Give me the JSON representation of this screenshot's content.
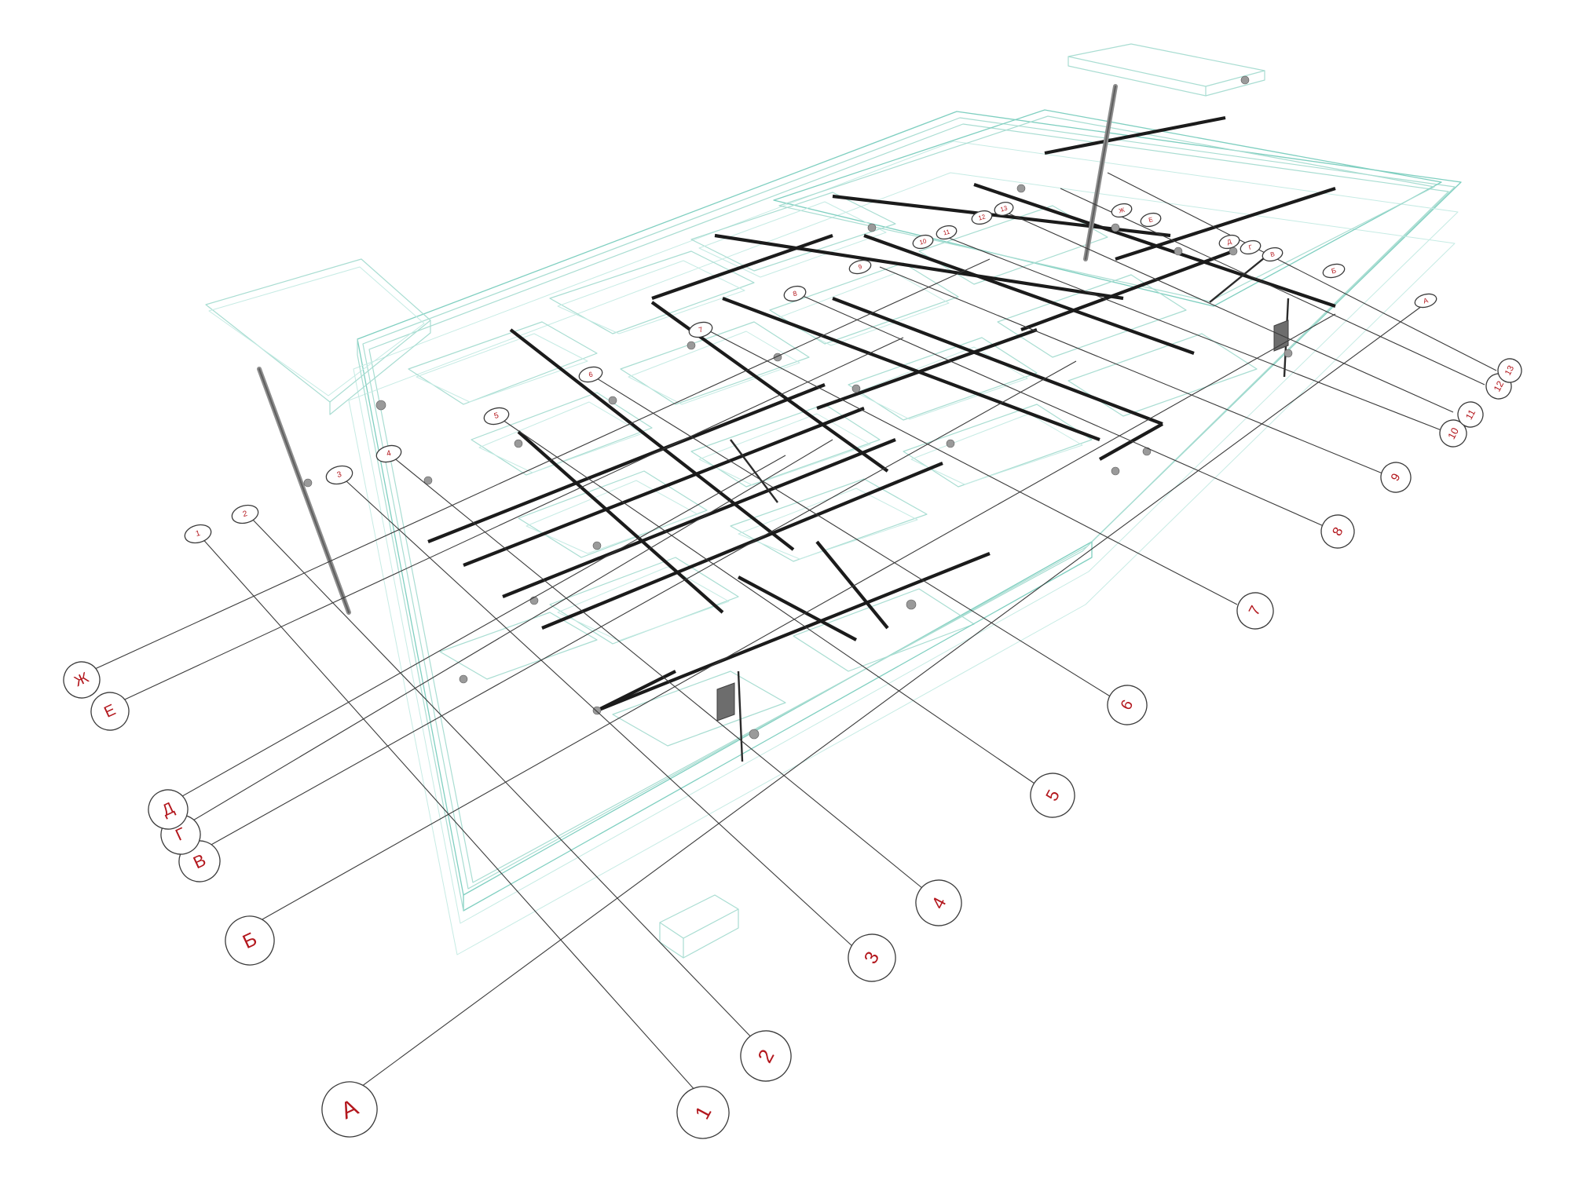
{
  "diagram": {
    "colors": {
      "wireframe": "#a9ddd2",
      "wireframe_strong": "#7fcfc0",
      "beams": "#1b1b1b",
      "leaders": "#3a3a3a",
      "labels": "#b3171d"
    },
    "main_axis_labels": {
      "numbers": [
        "1",
        "2",
        "3",
        "4",
        "5",
        "6",
        "7",
        "8",
        "9",
        "10",
        "11",
        "12",
        "13"
      ],
      "letters": [
        "А",
        "Б",
        "В",
        "Г",
        "Д",
        "Е",
        "Ж"
      ]
    },
    "secondary_axis_labels": {
      "numbers": [
        "1",
        "2",
        "3",
        "4",
        "5",
        "6",
        "7",
        "8",
        "9",
        "10",
        "11",
        "12",
        "13"
      ],
      "letters": [
        "А",
        "Б",
        "В",
        "Г",
        "Д",
        "Е",
        "Ж"
      ]
    }
  }
}
